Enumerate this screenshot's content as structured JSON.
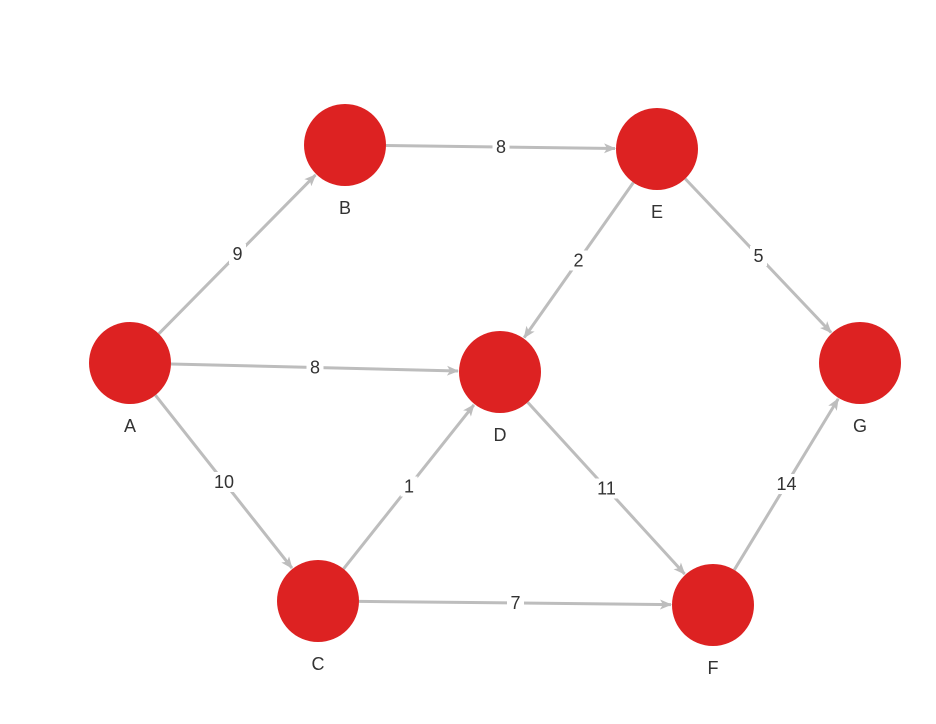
{
  "colors": {
    "node_fill": "#dd2222",
    "edge": "#bdbdbd",
    "label_text": "#333333",
    "background": "#ffffff"
  },
  "graph": {
    "directed": true,
    "nodes": [
      {
        "id": "A",
        "label": "A"
      },
      {
        "id": "B",
        "label": "B"
      },
      {
        "id": "C",
        "label": "C"
      },
      {
        "id": "D",
        "label": "D"
      },
      {
        "id": "E",
        "label": "E"
      },
      {
        "id": "F",
        "label": "F"
      },
      {
        "id": "G",
        "label": "G"
      }
    ],
    "edges": [
      {
        "from": "A",
        "to": "B",
        "weight": "9"
      },
      {
        "from": "A",
        "to": "D",
        "weight": "8"
      },
      {
        "from": "A",
        "to": "C",
        "weight": "10"
      },
      {
        "from": "B",
        "to": "E",
        "weight": "8"
      },
      {
        "from": "C",
        "to": "D",
        "weight": "1"
      },
      {
        "from": "C",
        "to": "F",
        "weight": "7"
      },
      {
        "from": "E",
        "to": "D",
        "weight": "2"
      },
      {
        "from": "E",
        "to": "G",
        "weight": "5"
      },
      {
        "from": "D",
        "to": "F",
        "weight": "11"
      },
      {
        "from": "F",
        "to": "G",
        "weight": "14"
      }
    ]
  }
}
